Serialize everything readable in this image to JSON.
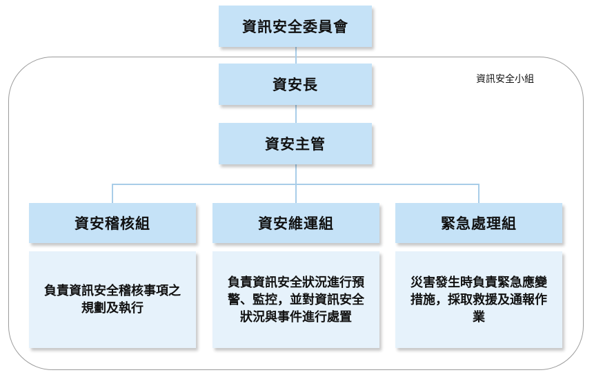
{
  "committee": "資訊安全委員會",
  "group_label": "資訊安全小組",
  "ciso": "資安長",
  "manager": "資安主管",
  "teams": [
    {
      "title": "資安稽核組",
      "duty": "負責資訊安全稽核事項之規劃及執行"
    },
    {
      "title": "資安維運組",
      "duty": "負責資訊安全狀況進行預警、監控，並對資訊安全狀況與事件進行處置"
    },
    {
      "title": "緊急處理組",
      "duty": "災害發生時負責緊急應變措施，採取救援及通報作業"
    }
  ],
  "colors": {
    "header_box": "#c5e2f7",
    "desc_box": "#e6f2fb",
    "connector": "#a8cde8",
    "frame": "#9a9a9a"
  }
}
